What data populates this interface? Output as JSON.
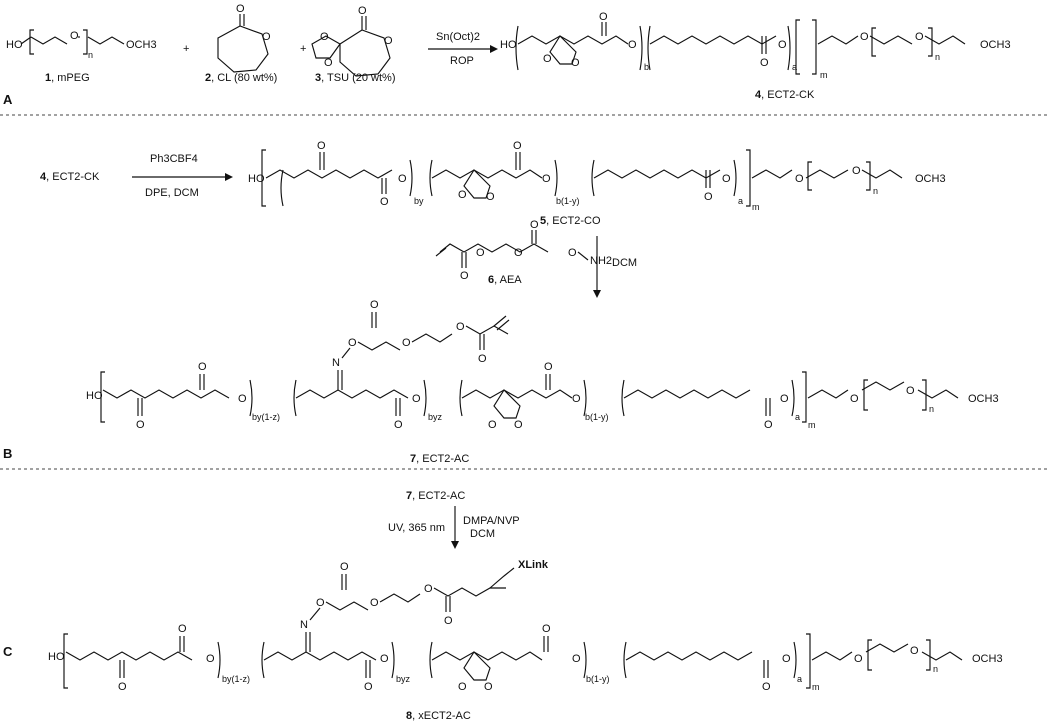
{
  "panels": {
    "a": "A",
    "b": "B",
    "c": "C"
  },
  "atoms": {
    "HO": "HO",
    "O": "O",
    "OCH3": "OCH3",
    "N": "N",
    "NH2": "NH2",
    "xlink": "XLink"
  },
  "subscripts": {
    "n": "n",
    "m": "m",
    "a": "a",
    "b": "b",
    "by": "by",
    "b1y": "b(1-y)",
    "by1z": "by(1-z)",
    "byz": "byz"
  },
  "plus": "+",
  "compounds": {
    "c1": {
      "num": "1",
      "label": ", mPEG"
    },
    "c2": {
      "num": "2",
      "label": ", CL (80 wt%)"
    },
    "c3": {
      "num": "3",
      "label": ", TSU (20 wt%)"
    },
    "c4": {
      "num": "4",
      "label": ", ECT2-CK"
    },
    "c5": {
      "num": "5",
      "label": ", ECT2-CO"
    },
    "c6": {
      "num": "6",
      "label": ", AEA"
    },
    "c7": {
      "num": "7",
      "label": ", ECT2-AC"
    },
    "c8": {
      "num": "8",
      "label": ", xECT2-AC"
    }
  },
  "conditions": {
    "step1_top": "Sn(Oct)2",
    "step1_bottom": "ROP",
    "step2_top": "Ph3CBF4",
    "step2_bottom": "DPE, DCM",
    "step3_right": "DCM",
    "step4_left": "UV, 365 nm",
    "step4_right1": "DMPA/NVP",
    "step4_right2": "DCM"
  }
}
